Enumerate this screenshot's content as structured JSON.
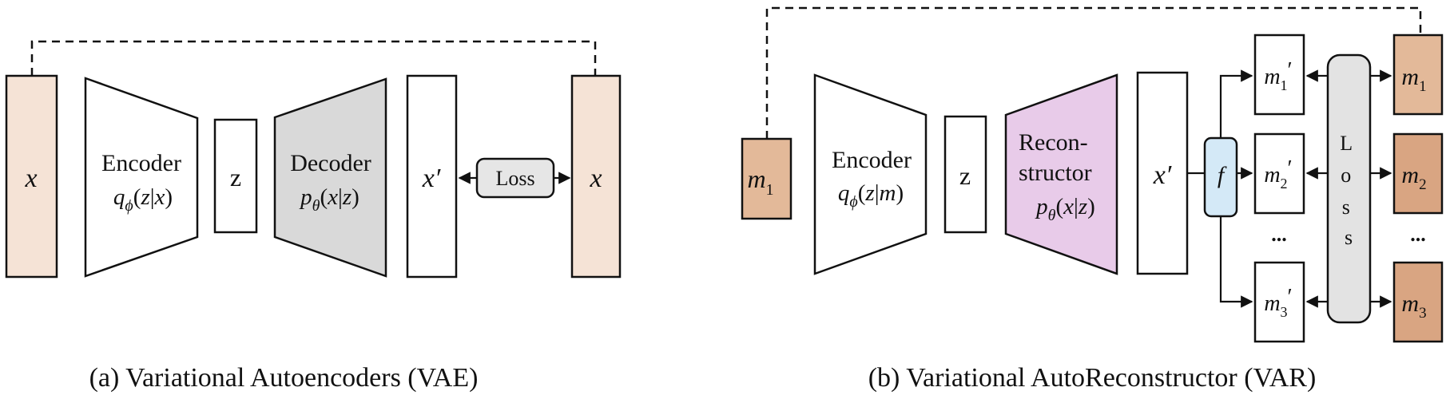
{
  "panel_a": {
    "caption": "(a) Variational Autoencoders (VAE)",
    "input_label": "x",
    "encoder_label": "Encoder",
    "encoder_formula": "qϕ(z|x)",
    "latent_label": "z",
    "decoder_label": "Decoder",
    "decoder_formula": "pθ(x|z)",
    "output_label": "x′",
    "loss_label": "Loss",
    "target_label": "x"
  },
  "panel_b": {
    "caption": "(b) Variational AutoReconstructor (VAR)",
    "input_label": "m",
    "input_sub": "1",
    "encoder_label": "Encoder",
    "encoder_formula": "qϕ(z|m)",
    "latent_label": "z",
    "recon_label_1": "Recon-",
    "recon_label_2": "structor",
    "recon_formula": "pθ(x|z)",
    "output_label": "x′",
    "f_label": "f",
    "loss_label": "L o s s",
    "ellipsis": "...",
    "pred_1": "m",
    "pred_1_sub": "1",
    "pred_2": "m",
    "pred_2_sub": "2",
    "pred_3": "m",
    "pred_3_sub": "3",
    "prime": "′",
    "target_1": "m",
    "target_1_sub": "1",
    "target_2": "m",
    "target_2_sub": "2",
    "target_3": "m",
    "target_3_sub": "3"
  },
  "colors": {
    "input_fill": "#f5e3d6",
    "target_fill": "#f5e3d6",
    "decoder_fill": "#d9d9d9",
    "loss_fill": "#e6e6e6",
    "var_input_fill": "#e3b999",
    "var_target_fill": "#d9a582",
    "reconstructor_fill": "#e8cbe9",
    "f_fill": "#d4e9f7",
    "var_loss_fill": "#e3e3e3"
  }
}
